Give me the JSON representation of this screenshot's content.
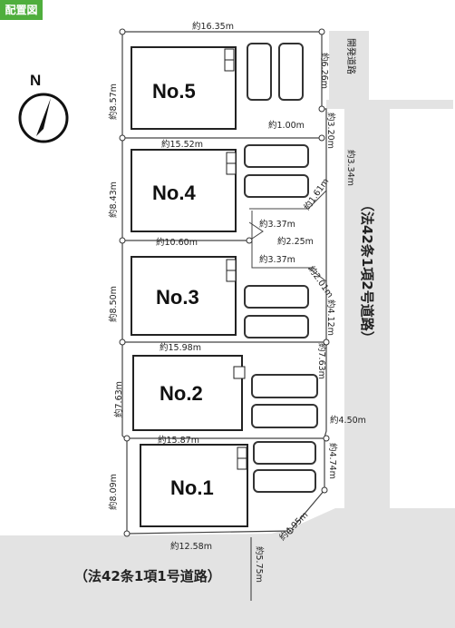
{
  "title": "配置図",
  "compass": {
    "label": "N"
  },
  "lots": [
    {
      "name": "No.5"
    },
    {
      "name": "No.4"
    },
    {
      "name": "No.3"
    },
    {
      "name": "No.2"
    },
    {
      "name": "No.1"
    }
  ],
  "dimensions": {
    "top_width": "約16.35m",
    "no5_depth": "約8.57m",
    "no5_right": "約6.26m",
    "right_1_00": "約1.00m",
    "right_3_20": "約3.20m",
    "right_3_34": "約3.34m",
    "diag_1_61": "約1.61m",
    "no4_top": "約15.52m",
    "no4_depth": "約8.43m",
    "bay_top": "約3.37m",
    "bay_mid": "約2.25m",
    "bay_bottom": "約3.37m",
    "no3_top": "約10.60m",
    "diag_2_01": "約2.01m",
    "no3_depth": "約8.50m",
    "right_4_12": "約4.12m",
    "no2_top": "約15.98m",
    "no2_depth": "約7.63m",
    "no2_right": "約7.63m",
    "right_4_50": "約4.50m",
    "no1_top": "約15.87m",
    "no1_depth": "約8.09m",
    "right_4_74": "約4.74m",
    "diag_4_95": "約4.95m",
    "bottom_width": "約12.58m",
    "road_width": "約5.75m"
  },
  "roads": {
    "private_road": "開発道路",
    "east_road": "（法42条1項2号道路）",
    "south_road": "（法42条1項1号道路）"
  }
}
